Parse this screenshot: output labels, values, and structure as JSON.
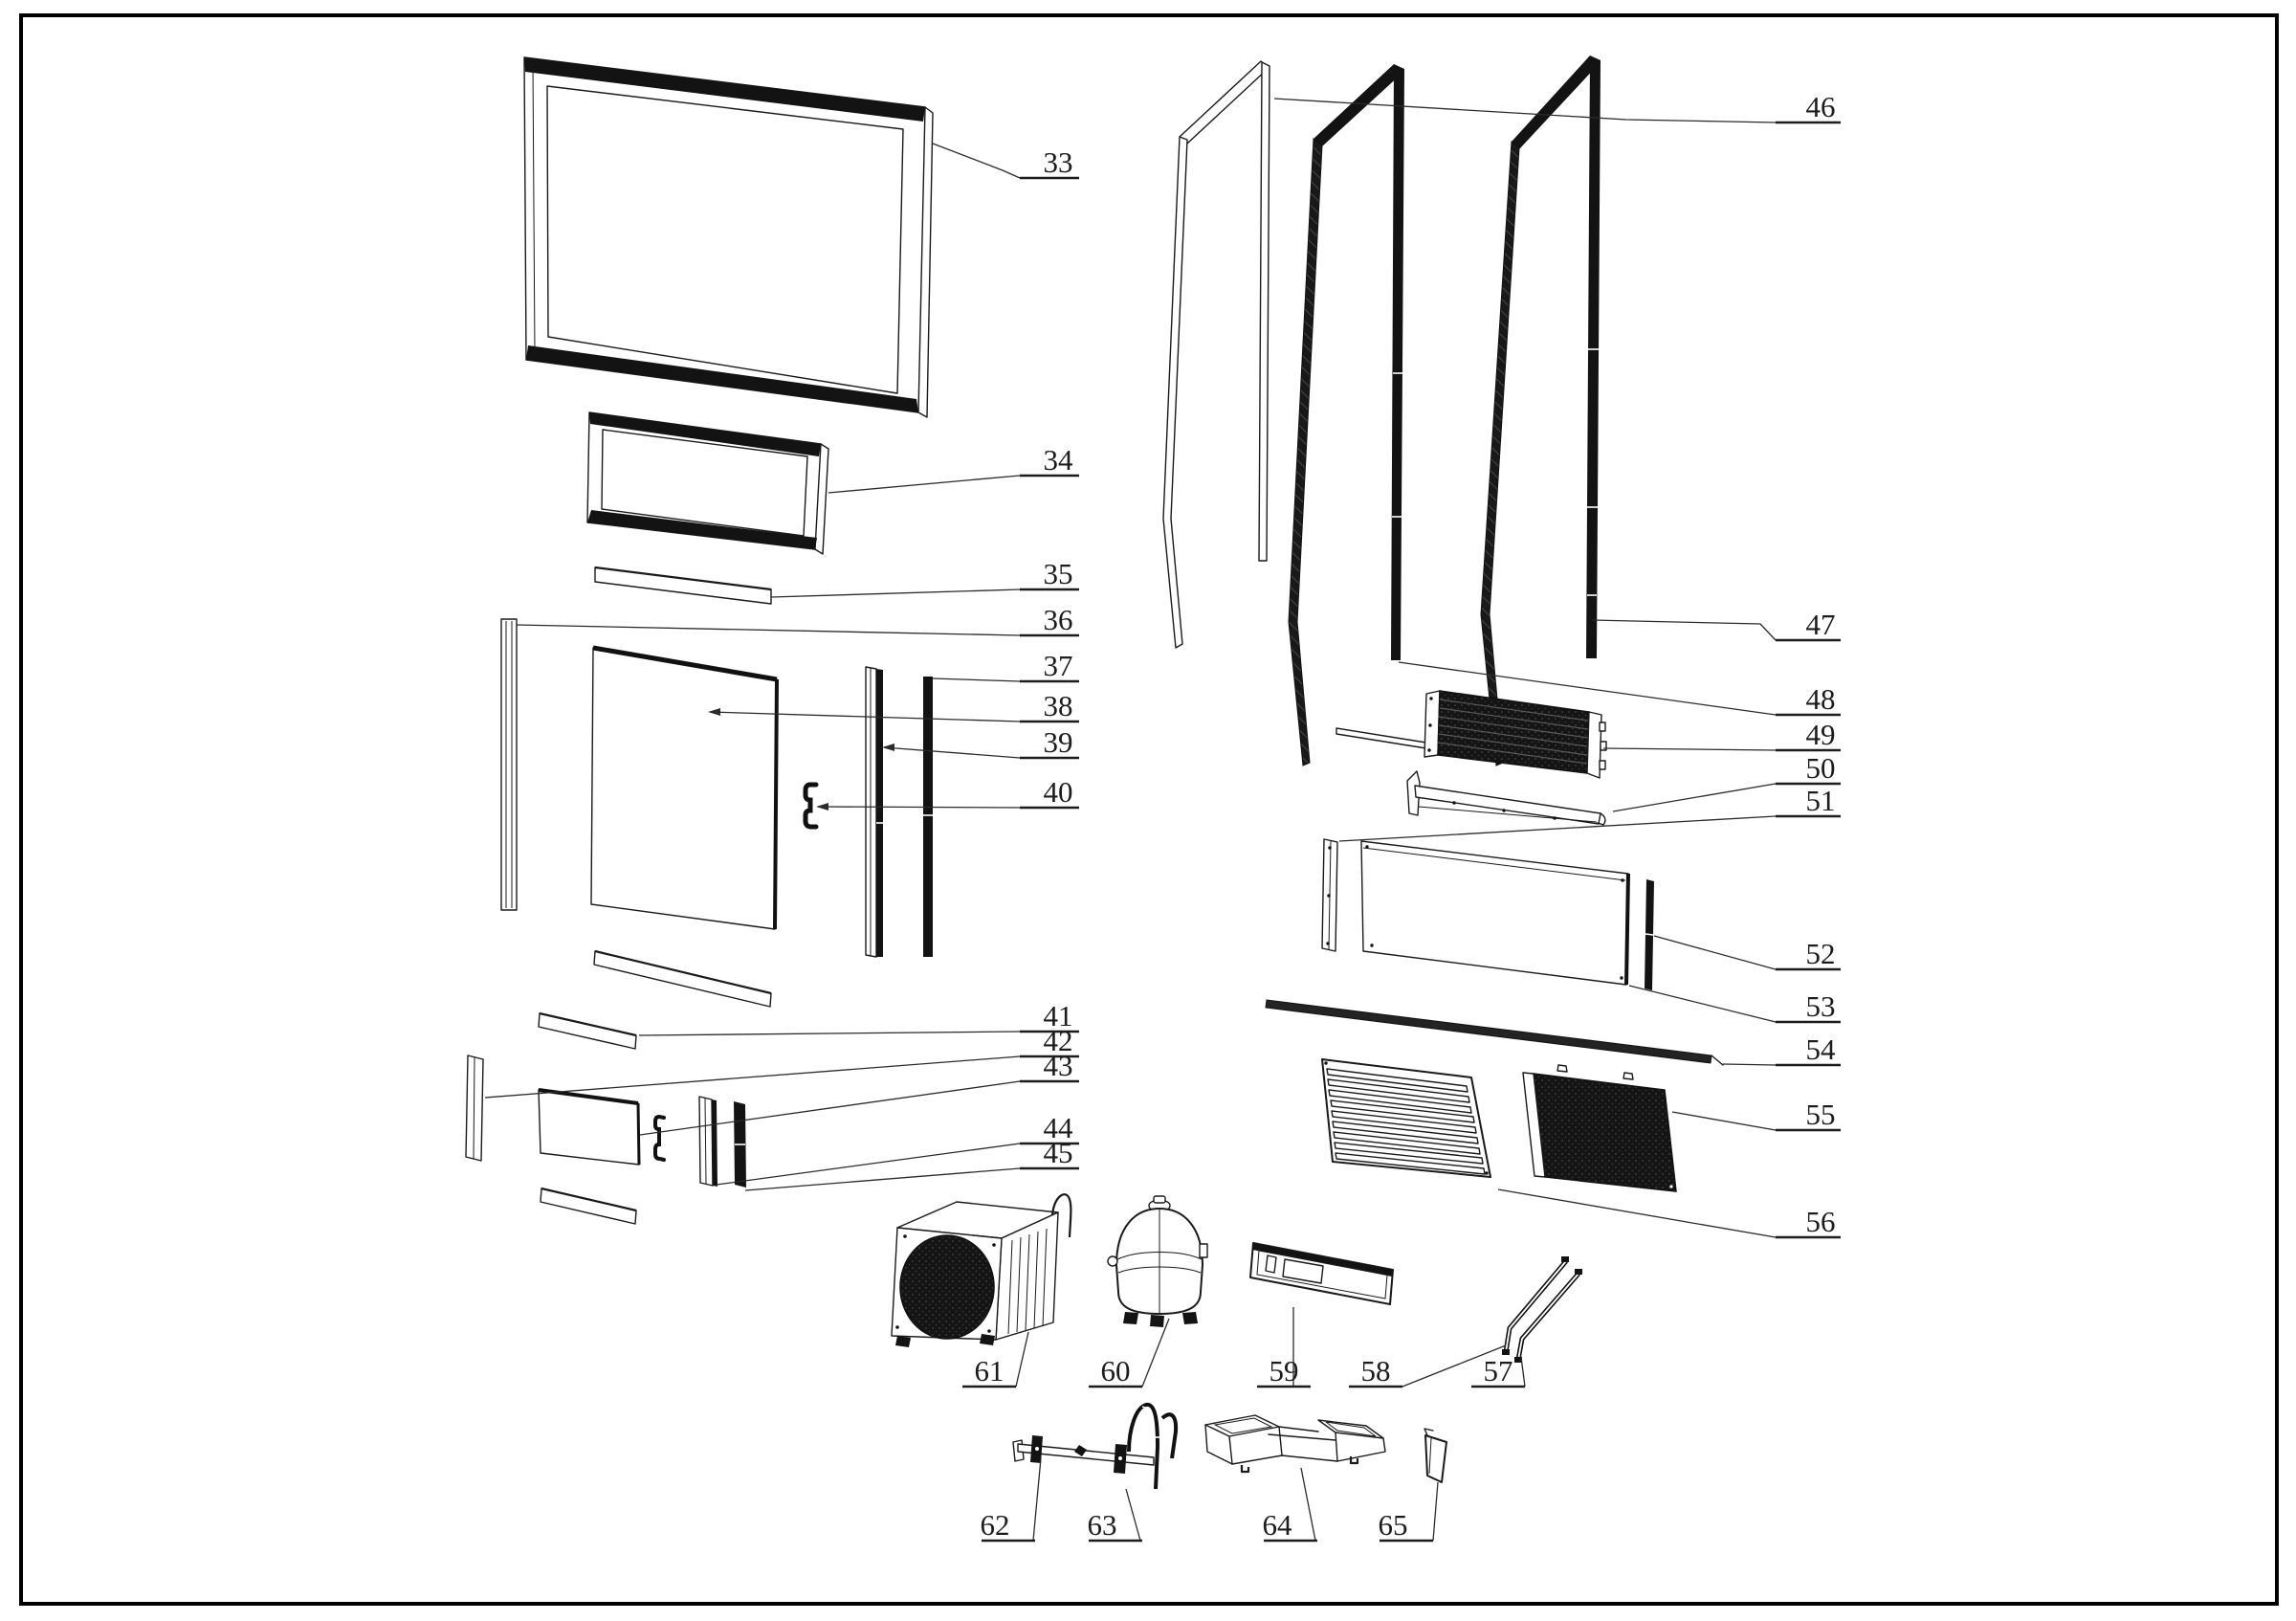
{
  "figure": {
    "kind": "exploded-parts-diagram",
    "background_color": "#ffffff",
    "line_color": "#1a1a1a",
    "border": true,
    "part_number_range": "33-65"
  },
  "callouts": [
    {
      "label": "33"
    },
    {
      "label": "34"
    },
    {
      "label": "35"
    },
    {
      "label": "36"
    },
    {
      "label": "37"
    },
    {
      "label": "38"
    },
    {
      "label": "39"
    },
    {
      "label": "40"
    },
    {
      "label": "41"
    },
    {
      "label": "42"
    },
    {
      "label": "43"
    },
    {
      "label": "44"
    },
    {
      "label": "45"
    },
    {
      "label": "46"
    },
    {
      "label": "47"
    },
    {
      "label": "48"
    },
    {
      "label": "49"
    },
    {
      "label": "50"
    },
    {
      "label": "51"
    },
    {
      "label": "52"
    },
    {
      "label": "53"
    },
    {
      "label": "54"
    },
    {
      "label": "55"
    },
    {
      "label": "56"
    },
    {
      "label": "57"
    },
    {
      "label": "58"
    },
    {
      "label": "59"
    },
    {
      "label": "60"
    },
    {
      "label": "61"
    },
    {
      "label": "62"
    },
    {
      "label": "63"
    },
    {
      "label": "64"
    },
    {
      "label": "65"
    }
  ]
}
